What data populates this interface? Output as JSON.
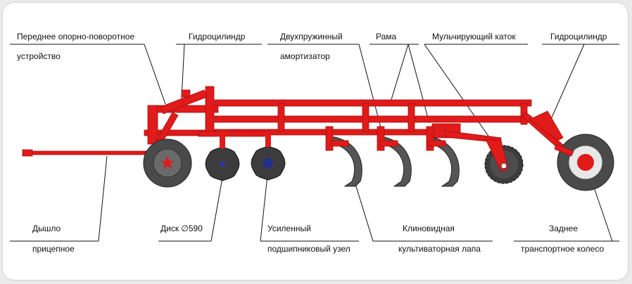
{
  "labels": {
    "front_support_line1": "Переднее опорно-поворотное",
    "front_support_line2": "устройство",
    "hydro_cylinder_front": "Гидроцилиндр",
    "shock_absorber_line1": "Двухпружинный",
    "shock_absorber_line2": "амортизатор",
    "frame": "Рама",
    "mulching_roller": "Мульчирующий каток",
    "hydro_cylinder_rear": "Гидроцилиндр",
    "drawbar_line1": "Дышло",
    "drawbar_line2": "прицепное",
    "disc": "Диск ∅590",
    "bearing_line1": "Усиленный",
    "bearing_line2": "подшипниковый узел",
    "share_line1": "Клиновидная",
    "share_line2": "культиваторная лапа",
    "rear_wheel_line1": "Заднее",
    "rear_wheel_line2": "транспортное колесо"
  },
  "colors": {
    "frame_red": "#e11a1a",
    "frame_dark": "#a50f0f",
    "wheel_gray": "#4a4a4a",
    "disc_blue": "#1f2f8f",
    "leader_line": "#111111"
  }
}
